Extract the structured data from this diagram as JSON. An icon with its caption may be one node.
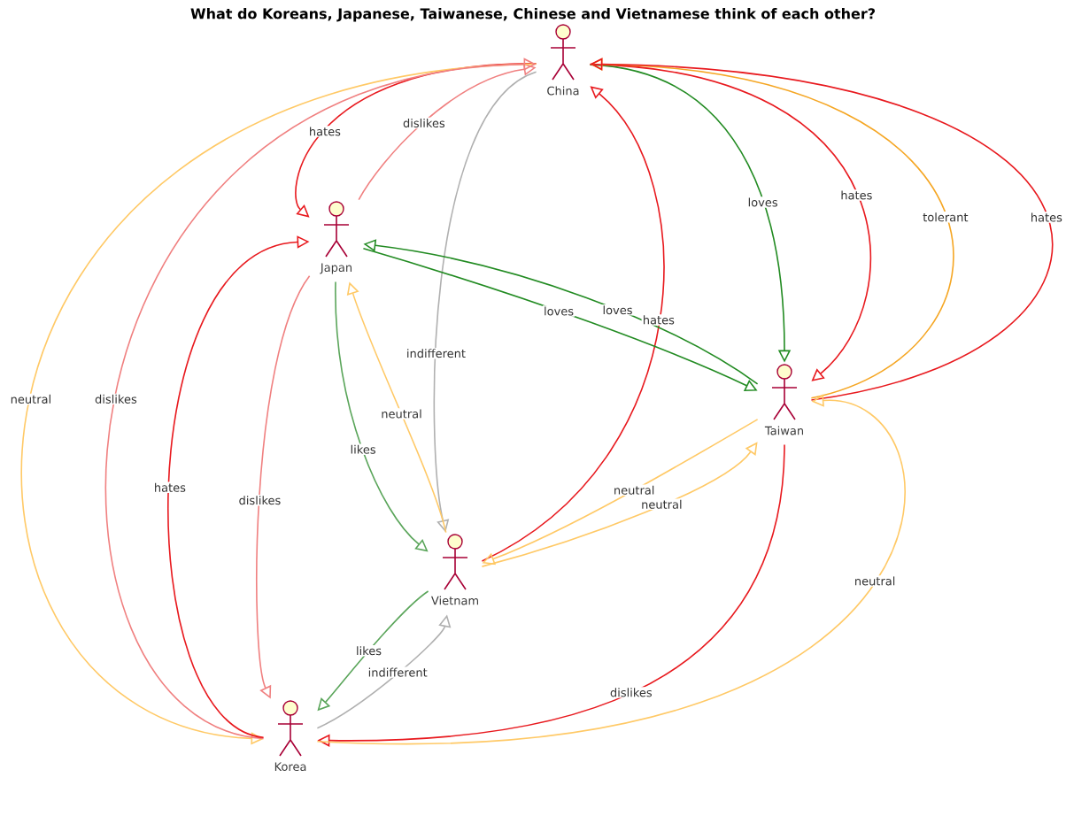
{
  "diagram": {
    "title": "What do Koreans, Japanese, Taiwanese, Chinese and Vietnamese think of each other?",
    "nodes": [
      {
        "text": [
          "China"
        ]
      },
      {
        "text": [
          "Japan"
        ]
      },
      {
        "text": [
          "Taiwan"
        ]
      },
      {
        "text": [
          "Vietnam"
        ]
      },
      {
        "text": [
          "Korea"
        ]
      }
    ],
    "edges": [
      {
        "from": 0,
        "to": 1,
        "arrow": "to",
        "label": "hates",
        "color": "#e8191e"
      },
      {
        "from": 1,
        "to": 0,
        "arrow": "to",
        "label": "dislikes",
        "color": "#f08080"
      },
      {
        "from": 0,
        "to": 3,
        "arrow": "to",
        "label": "indifferent",
        "color": "#b0b0b0"
      },
      {
        "from": 0,
        "to": 2,
        "arrow": "to",
        "label": "loves",
        "color": "#228b22"
      },
      {
        "from": 0,
        "to": 2,
        "arrow": "to",
        "label": "hates",
        "color": "#e8191e"
      },
      {
        "from": 2,
        "to": 0,
        "arrow": "to",
        "label": "tolerant",
        "color": "#f5a623"
      },
      {
        "from": 2,
        "to": 0,
        "arrow": "to",
        "label": "hates",
        "color": "#e8191e"
      },
      {
        "from": 0,
        "to": 4,
        "arrow": "to",
        "label": "neutral",
        "color": "#ffc966"
      },
      {
        "from": 4,
        "to": 0,
        "arrow": "to",
        "label": "dislikes",
        "color": "#f08080"
      },
      {
        "from": 3,
        "to": 0,
        "arrow": "to",
        "label": "hates",
        "color": "#e8191e"
      },
      {
        "from": 1,
        "to": 2,
        "arrow": "to",
        "label": "loves",
        "color": "#228b22"
      },
      {
        "from": 2,
        "to": 1,
        "arrow": "to",
        "label": "loves",
        "color": "#228b22"
      },
      {
        "from": 4,
        "to": 1,
        "arrow": "to",
        "label": "hates",
        "color": "#e8191e"
      },
      {
        "from": 1,
        "to": 4,
        "arrow": "to",
        "label": "dislikes",
        "color": "#f08080"
      },
      {
        "from": 1,
        "to": 3,
        "arrow": "to",
        "label": "likes",
        "color": "#5aa55a"
      },
      {
        "from": 3,
        "to": 1,
        "arrow": "to",
        "label": "neutral",
        "color": "#ffc966"
      },
      {
        "from": 2,
        "to": 3,
        "arrow": "to",
        "label": "neutral",
        "color": "#ffc966"
      },
      {
        "from": 3,
        "to": 2,
        "arrow": "to",
        "label": "neutral",
        "color": "#ffc966"
      },
      {
        "from": 3,
        "to": 4,
        "arrow": "to",
        "label": "likes",
        "color": "#5aa55a"
      },
      {
        "from": 4,
        "to": 3,
        "arrow": "to",
        "label": "indifferent",
        "color": "#b0b0b0"
      },
      {
        "from": 2,
        "to": 4,
        "arrow": "to",
        "label": "dislikes",
        "color": "#e8191e"
      },
      {
        "from": 4,
        "to": 2,
        "arrow": "to",
        "label": "neutral",
        "color": "#ffc966"
      }
    ]
  }
}
